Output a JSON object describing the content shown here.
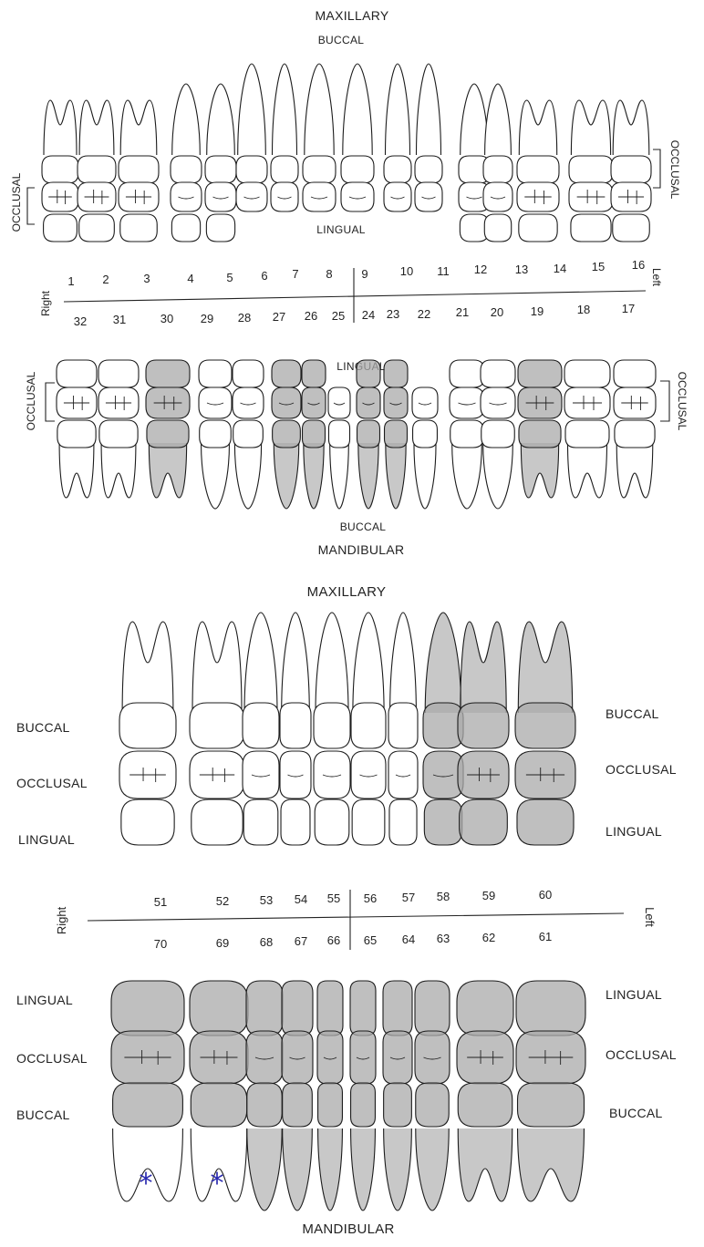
{
  "adult": {
    "top_title": "MAXILLARY",
    "buccal_top": "BUCCAL",
    "lingual_top": "LINGUAL",
    "occlusal_left": "OCCLUSAL",
    "occlusal_right": "OCCLUSAL",
    "right_label": "Right",
    "left_label": "Left",
    "upper_numbers": [
      "1",
      "2",
      "3",
      "4",
      "5",
      "6",
      "7",
      "8",
      "9",
      "10",
      "11",
      "12",
      "13",
      "14",
      "15",
      "16"
    ],
    "lower_numbers": [
      "32",
      "31",
      "30",
      "29",
      "28",
      "27",
      "26",
      "25",
      "24",
      "23",
      "22",
      "21",
      "20",
      "19",
      "18",
      "17"
    ],
    "lingual_bottom": "LINGUAL",
    "buccal_bottom": "BUCCAL",
    "occlusal_left_2": "OCCLUSAL",
    "occlusal_right_2": "OCCLUSAL",
    "bottom_title": "MANDIBULAR",
    "shaded_lower_teeth": [
      "30",
      "27",
      "26",
      "24",
      "23",
      "19"
    ]
  },
  "primary": {
    "top_title": "MAXILLARY",
    "left_labels_upper": [
      "BUCCAL",
      "OCCLUSAL",
      "LINGUAL"
    ],
    "right_labels_upper": [
      "BUCCAL",
      "OCCLUSAL",
      "LINGUAL"
    ],
    "right_label": "Right",
    "left_label": "Left",
    "upper_numbers": [
      "51",
      "52",
      "53",
      "54",
      "55",
      "56",
      "57",
      "58",
      "59",
      "60"
    ],
    "lower_numbers": [
      "70",
      "69",
      "68",
      "67",
      "66",
      "65",
      "64",
      "63",
      "62",
      "61"
    ],
    "left_labels_lower": [
      "LINGUAL",
      "OCCLUSAL",
      "BUCCAL"
    ],
    "right_labels_lower": [
      "LINGUAL",
      "OCCLUSAL",
      "BUCCAL"
    ],
    "bottom_title": "MANDIBULAR",
    "shaded_upper_teeth": [
      "58",
      "59",
      "60"
    ],
    "shaded_lower_teeth": [
      "70",
      "69",
      "68",
      "67",
      "66",
      "65",
      "64",
      "63",
      "62",
      "61"
    ],
    "marked_teeth": [
      "70",
      "69"
    ],
    "mark_symbol": "*"
  },
  "colors": {
    "ink": "#1c1c1c",
    "shade": "#a9a9a9",
    "mark": "#2a2ab0"
  }
}
